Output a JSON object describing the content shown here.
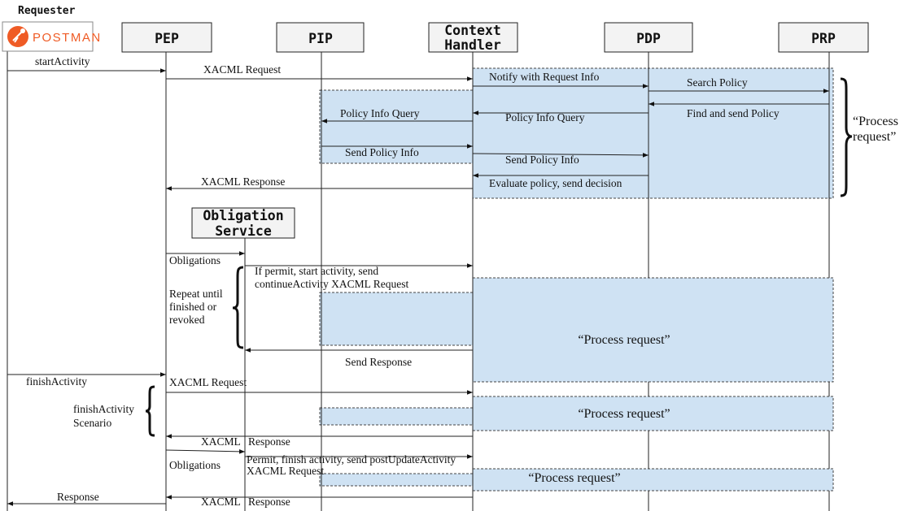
{
  "requester_label": "Requester",
  "postman_logo_text": "POSTMAN",
  "participants": {
    "pep": "PEP",
    "pip": "PIP",
    "ch_line1": "Context",
    "ch_line2": "Handler",
    "pdp": "PDP",
    "prp": "PRP",
    "obl_line1": "Obligation",
    "obl_line2": "Service"
  },
  "messages": {
    "start_activity": "startActivity",
    "xacml_request_1": "XACML Request",
    "notify": "Notify with Request Info",
    "search_policy": "Search Policy",
    "find_send_policy": "Find and send Policy",
    "pip_query_ch": "Policy Info Query",
    "pip_query_pdp": "Policy Info Query",
    "send_policy_info_pip": "Send Policy Info",
    "send_policy_info_ch": "Send Policy Info",
    "xacml_response_1": "XACML Response",
    "evaluate": "Evaluate policy, send decision",
    "obligations_1": "Obligations",
    "permit_line1": "If permit, start activity, send",
    "permit_line2": "continueActivity XACML Request",
    "send_response": "Send Response",
    "finish_activity": "finishActivity",
    "xacml_request_2": "XACML Request",
    "xacml_response_2a": "XACML",
    "xacml_response_2b": "Response",
    "obligations_2": "Obligations",
    "permit_finish_line1": "Permit, finish activity, send postUpdateActivity",
    "permit_finish_line2": "XACML Request",
    "response_final": "Response",
    "xacml_response_3a": "XACML",
    "xacml_response_3b": "Response"
  },
  "notes": {
    "process_request_1_line1": "“Process",
    "process_request_1_line2": "request”",
    "repeat_line1": "Repeat until",
    "repeat_line2": "finished or",
    "repeat_line3": "revoked",
    "process_request_2": "“Process request”",
    "finish_scenario_line1": "finishActivity",
    "finish_scenario_line2": "Scenario",
    "process_request_3": "“Process request”",
    "process_request_4": "“Process request”"
  },
  "colors": {
    "shade": "#cfe2f3",
    "postman_orange": "#ef5b25"
  }
}
